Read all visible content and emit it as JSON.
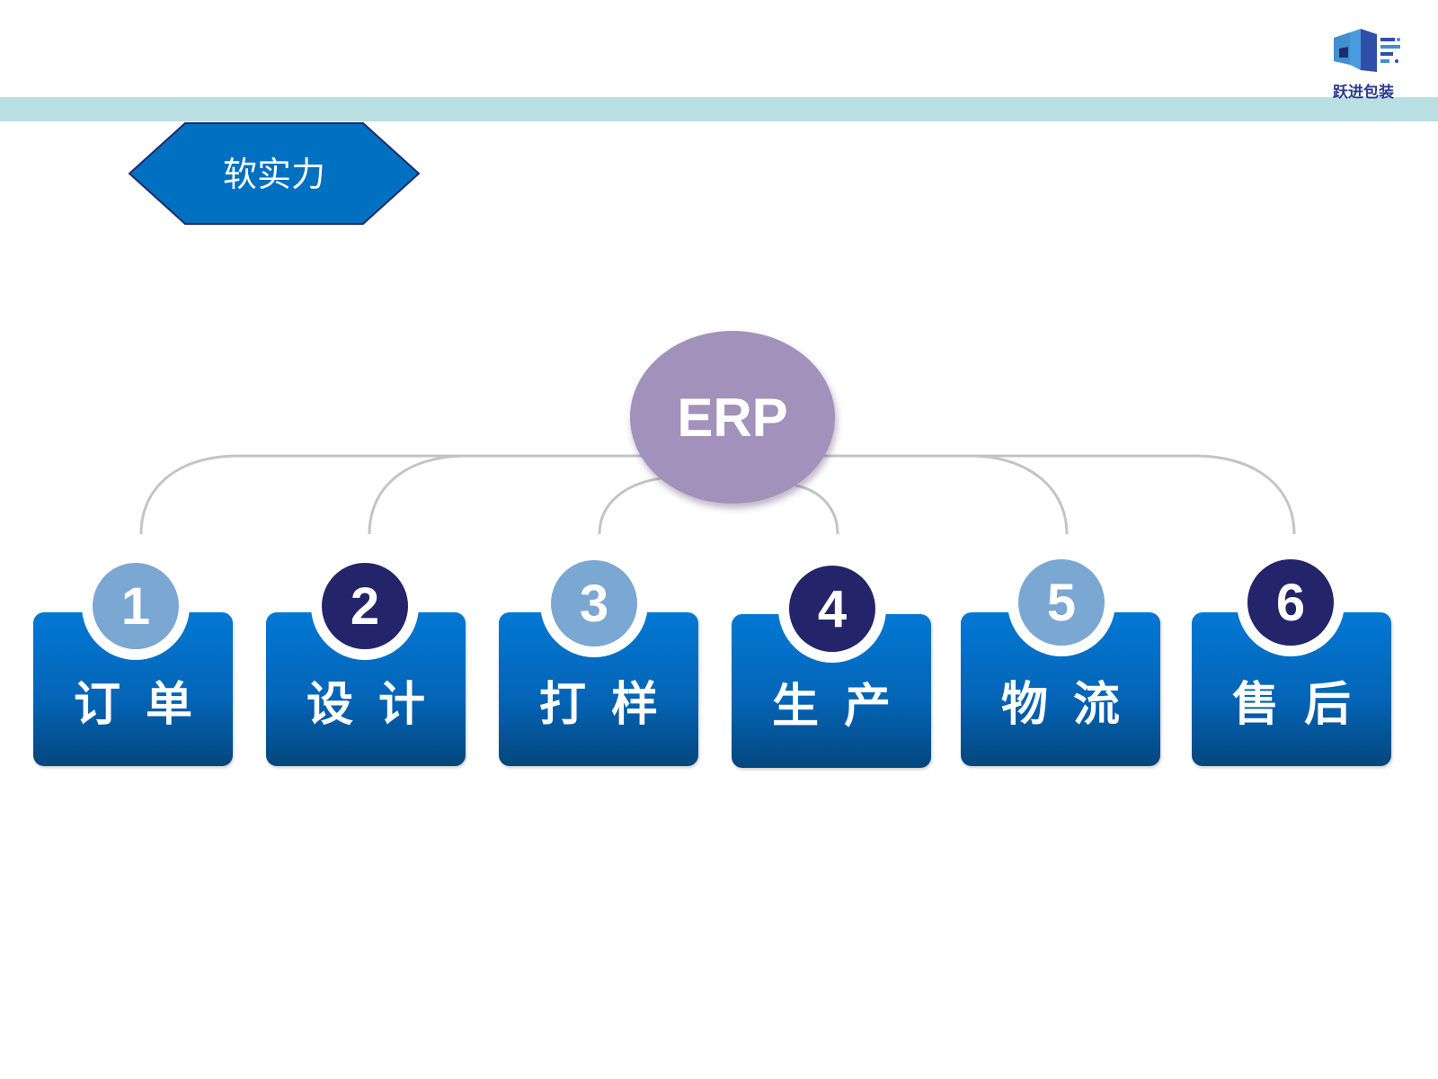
{
  "header": {
    "logo": {
      "icon": "building-cube-logo-icon",
      "text": "跃进包装",
      "colors": {
        "primary": "#2a3b8f",
        "light": "#3f8fd1"
      }
    },
    "band_color": "#b9dfe2"
  },
  "title": {
    "label": "软实力",
    "shape": "hexagon",
    "fill": "#0070c0",
    "border": "#1f2a6e"
  },
  "diagram": {
    "root": {
      "label": "ERP",
      "fill": "#a291bb"
    },
    "connector_color": "#c4c4c4",
    "steps": [
      {
        "number": "1",
        "label": "订单",
        "badge_style": "light"
      },
      {
        "number": "2",
        "label": "设计",
        "badge_style": "dark"
      },
      {
        "number": "3",
        "label": "打样",
        "badge_style": "light"
      },
      {
        "number": "4",
        "label": "生产",
        "badge_style": "dark"
      },
      {
        "number": "5",
        "label": "物流",
        "badge_style": "light"
      },
      {
        "number": "6",
        "label": "售后",
        "badge_style": "dark"
      }
    ],
    "colors": {
      "card_top": "#0278d4",
      "card_bottom": "#05467d",
      "badge_light": "#7ba7d3",
      "badge_dark": "#23246a"
    }
  }
}
